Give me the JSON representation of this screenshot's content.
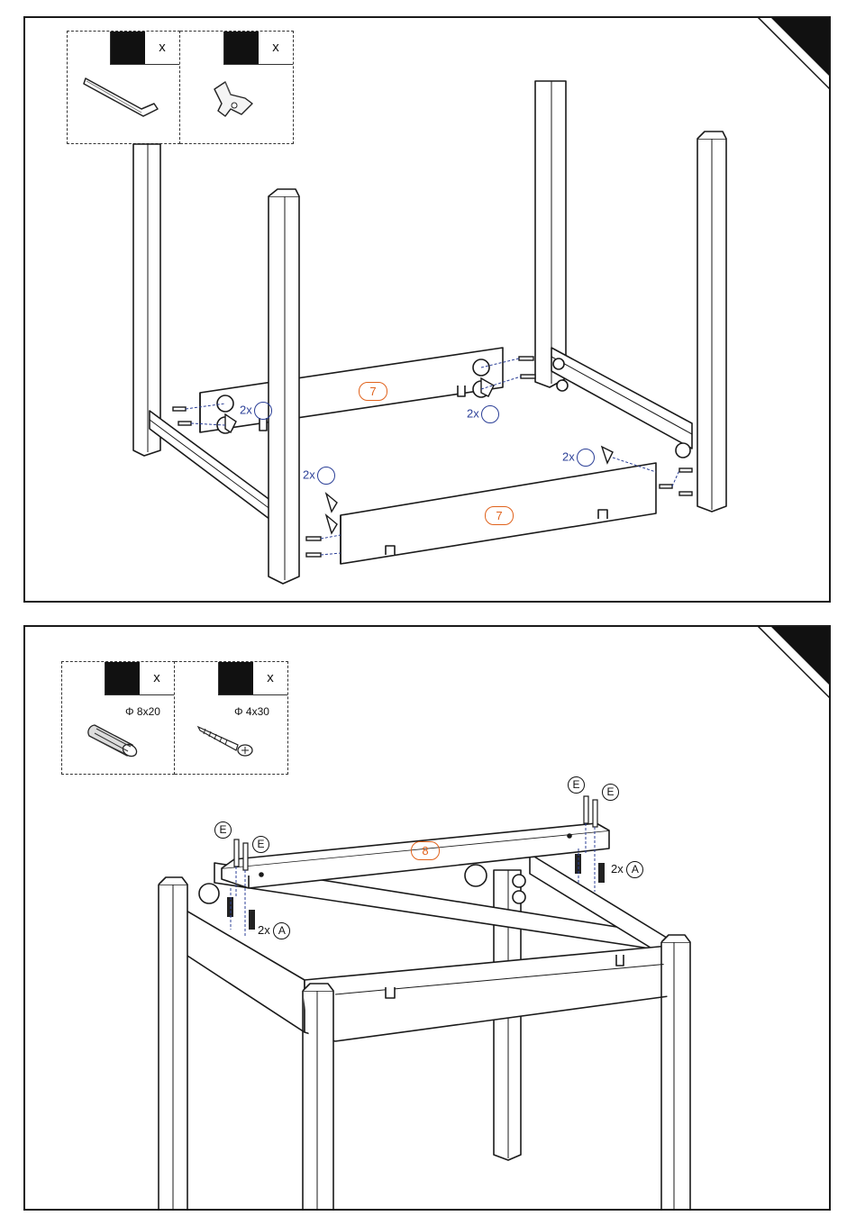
{
  "panel1": {
    "parts": [
      {
        "name": "allen-key",
        "qty_suffix": "x"
      },
      {
        "name": "corner-bracket",
        "qty_suffix": "x"
      }
    ],
    "rail_label": "7",
    "callouts": [
      "2x",
      "2x",
      "2x",
      "2x"
    ]
  },
  "panel2": {
    "parts": [
      {
        "name": "wooden-dowel",
        "qty_suffix": "x",
        "spec": "Φ 8x20"
      },
      {
        "name": "wood-screw",
        "qty_suffix": "x",
        "spec": "Φ 4x30"
      }
    ],
    "rail_label": "8",
    "screw_letter": "E",
    "dowel_callout": "2x",
    "dowel_letter": "A"
  },
  "colors": {
    "blue": "#2b3f97",
    "orange": "#e0621c",
    "ink": "#1a1a1a"
  }
}
